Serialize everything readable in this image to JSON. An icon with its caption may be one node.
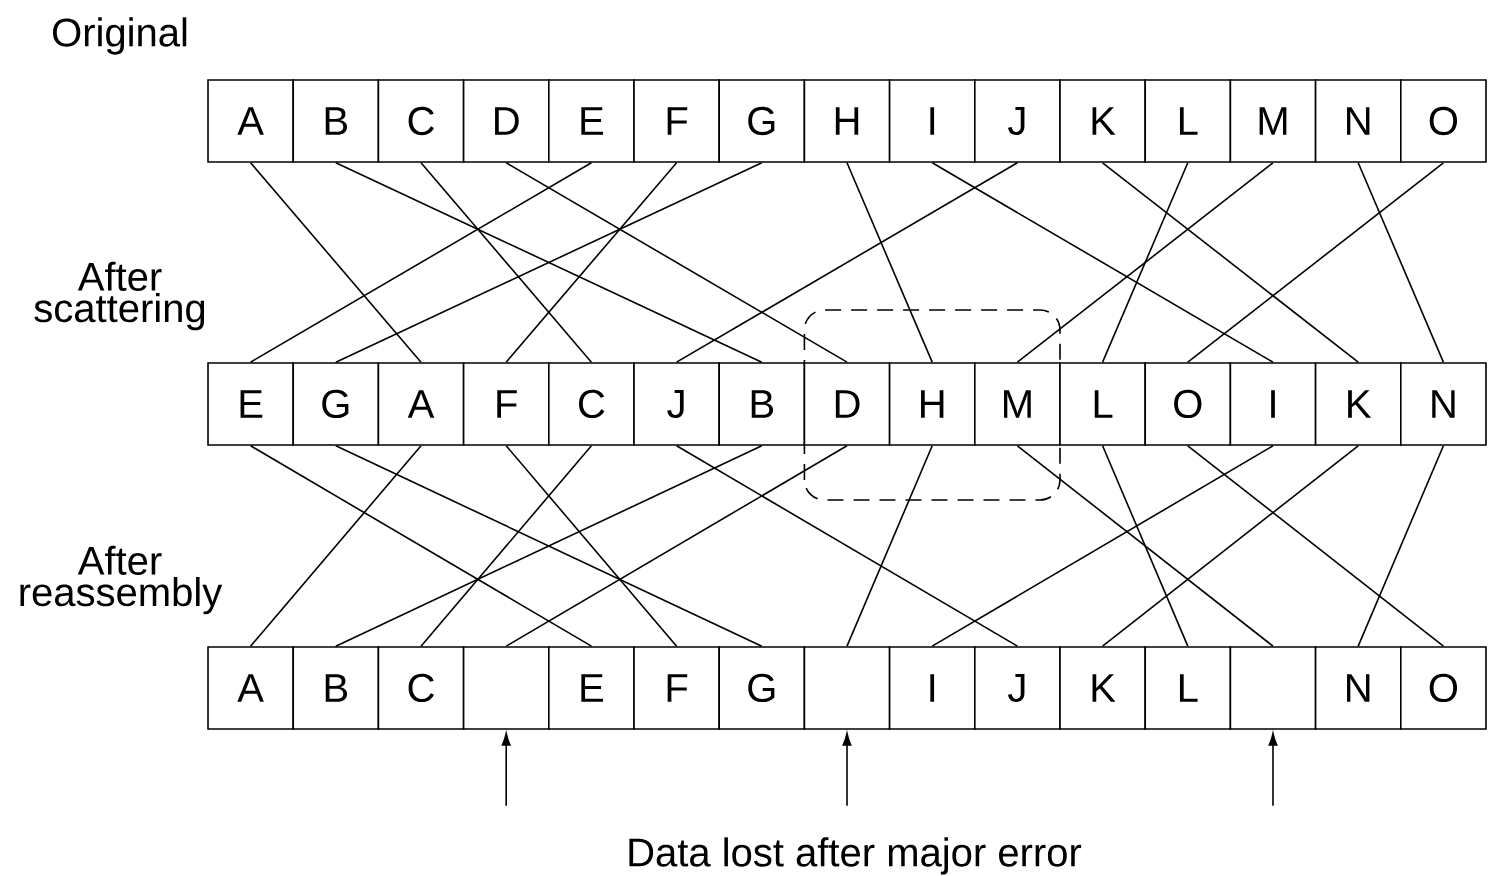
{
  "diagram": {
    "nodes": [
      {
        "text": [
          "A"
        ]
      },
      {
        "text": [
          "B"
        ]
      },
      {
        "text": [
          "C"
        ]
      },
      {
        "text": [
          "D"
        ]
      },
      {
        "text": [
          "E"
        ]
      },
      {
        "text": [
          "F"
        ]
      },
      {
        "text": [
          "G"
        ]
      },
      {
        "text": [
          "H"
        ]
      },
      {
        "text": [
          "I"
        ]
      },
      {
        "text": [
          "J"
        ]
      },
      {
        "text": [
          "K"
        ]
      },
      {
        "text": [
          "L"
        ]
      },
      {
        "text": [
          "M"
        ]
      },
      {
        "text": [
          "N"
        ]
      },
      {
        "text": [
          "O"
        ]
      },
      {
        "text": [
          "E"
        ]
      },
      {
        "text": [
          "G"
        ]
      },
      {
        "text": [
          "A"
        ]
      },
      {
        "text": [
          "F"
        ]
      },
      {
        "text": [
          "C"
        ]
      },
      {
        "text": [
          "J"
        ]
      },
      {
        "text": [
          "B"
        ]
      },
      {
        "text": [
          "D"
        ]
      },
      {
        "text": [
          "H"
        ]
      },
      {
        "text": [
          "M"
        ]
      },
      {
        "text": [
          "L"
        ]
      },
      {
        "text": [
          "O"
        ]
      },
      {
        "text": [
          "I"
        ]
      },
      {
        "text": [
          "K"
        ]
      },
      {
        "text": [
          "N"
        ]
      },
      {
        "text": [
          "A"
        ]
      },
      {
        "text": [
          "B"
        ]
      },
      {
        "text": [
          "C"
        ]
      },
      {
        "text": [],
        "shape": "box"
      },
      {
        "text": [
          "E"
        ]
      },
      {
        "text": [
          "F"
        ]
      },
      {
        "text": [
          "G"
        ]
      },
      {
        "text": [],
        "shape": "box"
      },
      {
        "text": [
          "I"
        ]
      },
      {
        "text": [
          "J"
        ]
      },
      {
        "text": [
          "K"
        ]
      },
      {
        "text": [
          "L"
        ]
      },
      {
        "text": [],
        "shape": "box"
      },
      {
        "text": [
          "N"
        ]
      },
      {
        "text": [
          "O"
        ]
      }
    ],
    "edges": [
      {
        "from": 0,
        "to": 17,
        "arrow": "none"
      },
      {
        "from": 1,
        "to": 21,
        "arrow": "none"
      },
      {
        "from": 2,
        "to": 19,
        "arrow": "none"
      },
      {
        "from": 3,
        "to": 22,
        "arrow": "none"
      },
      {
        "from": 4,
        "to": 15,
        "arrow": "none"
      },
      {
        "from": 5,
        "to": 18,
        "arrow": "none"
      },
      {
        "from": 6,
        "to": 16,
        "arrow": "none"
      },
      {
        "from": 7,
        "to": 23,
        "arrow": "none"
      },
      {
        "from": 8,
        "to": 27,
        "arrow": "none"
      },
      {
        "from": 9,
        "to": 20,
        "arrow": "none"
      },
      {
        "from": 10,
        "to": 28,
        "arrow": "none"
      },
      {
        "from": 11,
        "to": 25,
        "arrow": "none"
      },
      {
        "from": 12,
        "to": 24,
        "arrow": "none"
      },
      {
        "from": 13,
        "to": 29,
        "arrow": "none"
      },
      {
        "from": 14,
        "to": 26,
        "arrow": "none"
      },
      {
        "from": 15,
        "to": 34,
        "arrow": "none"
      },
      {
        "from": 16,
        "to": 36,
        "arrow": "none"
      },
      {
        "from": 17,
        "to": 30,
        "arrow": "none"
      },
      {
        "from": 18,
        "to": 35,
        "arrow": "none"
      },
      {
        "from": 19,
        "to": 32,
        "arrow": "none"
      },
      {
        "from": 20,
        "to": 39,
        "arrow": "none"
      },
      {
        "from": 21,
        "to": 31,
        "arrow": "none"
      },
      {
        "from": 22,
        "to": 33,
        "arrow": "none"
      },
      {
        "from": 23,
        "to": 37,
        "arrow": "none"
      },
      {
        "from": 24,
        "to": 42,
        "arrow": "none"
      },
      {
        "from": 25,
        "to": 41,
        "arrow": "none"
      },
      {
        "from": 26,
        "to": 44,
        "arrow": "none"
      },
      {
        "from": 27,
        "to": 38,
        "arrow": "none"
      },
      {
        "from": 28,
        "to": 40,
        "arrow": "none"
      },
      {
        "from": 29,
        "to": 43,
        "arrow": "none"
      },
      {
        "from": null,
        "to": 33,
        "arrow": "to"
      },
      {
        "from": null,
        "to": 37,
        "arrow": "to"
      },
      {
        "from": null,
        "to": 42,
        "arrow": "to"
      }
    ],
    "labels": [
      "Original",
      "After scattering",
      "After reassembly",
      "Data lost after major error"
    ]
  }
}
